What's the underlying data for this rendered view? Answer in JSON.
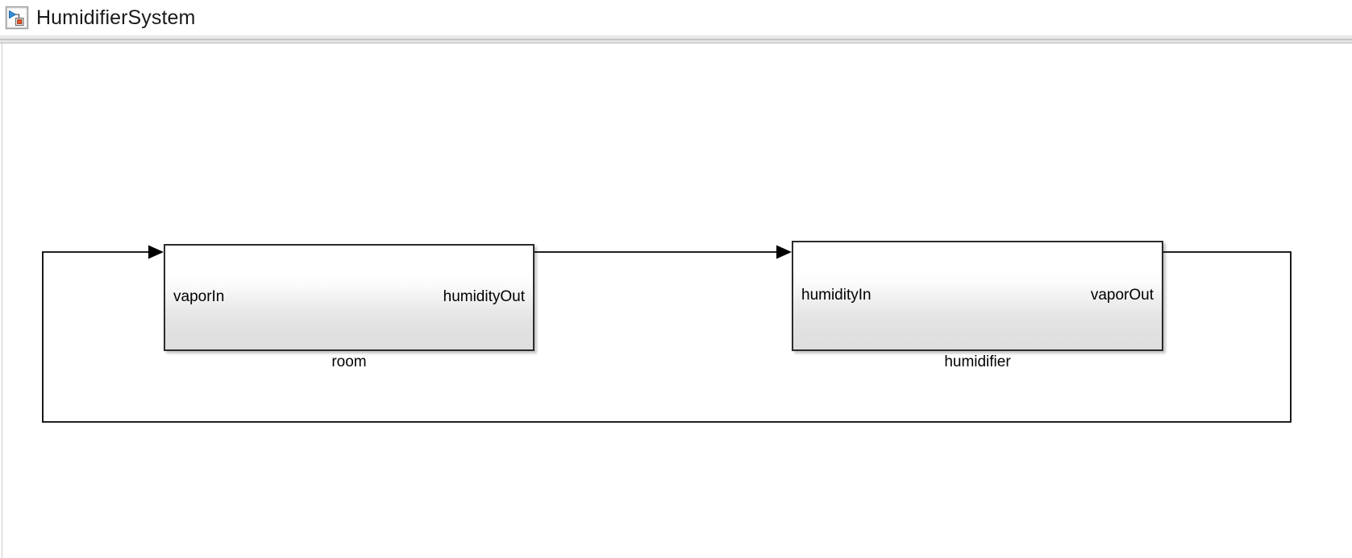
{
  "window": {
    "title": "HumidifierSystem",
    "icon": "simulink-model-icon"
  },
  "diagram": {
    "type": "block-diagram",
    "blocks": [
      {
        "id": "room",
        "name": "room",
        "inputs": [
          "vaporIn"
        ],
        "outputs": [
          "humidityOut"
        ]
      },
      {
        "id": "humidifier",
        "name": "humidifier",
        "inputs": [
          "humidityIn"
        ],
        "outputs": [
          "vaporOut"
        ]
      }
    ],
    "connections": [
      {
        "from": "room.humidityOut",
        "to": "humidifier.humidityIn"
      },
      {
        "from": "humidifier.vaporOut",
        "to": "room.vaporIn"
      }
    ],
    "colors": {
      "block_border": "#2b2b2b",
      "wire": "#000000",
      "canvas": "#ffffff",
      "block_fill_top": "#ffffff",
      "block_fill_bottom": "#dedede"
    }
  }
}
